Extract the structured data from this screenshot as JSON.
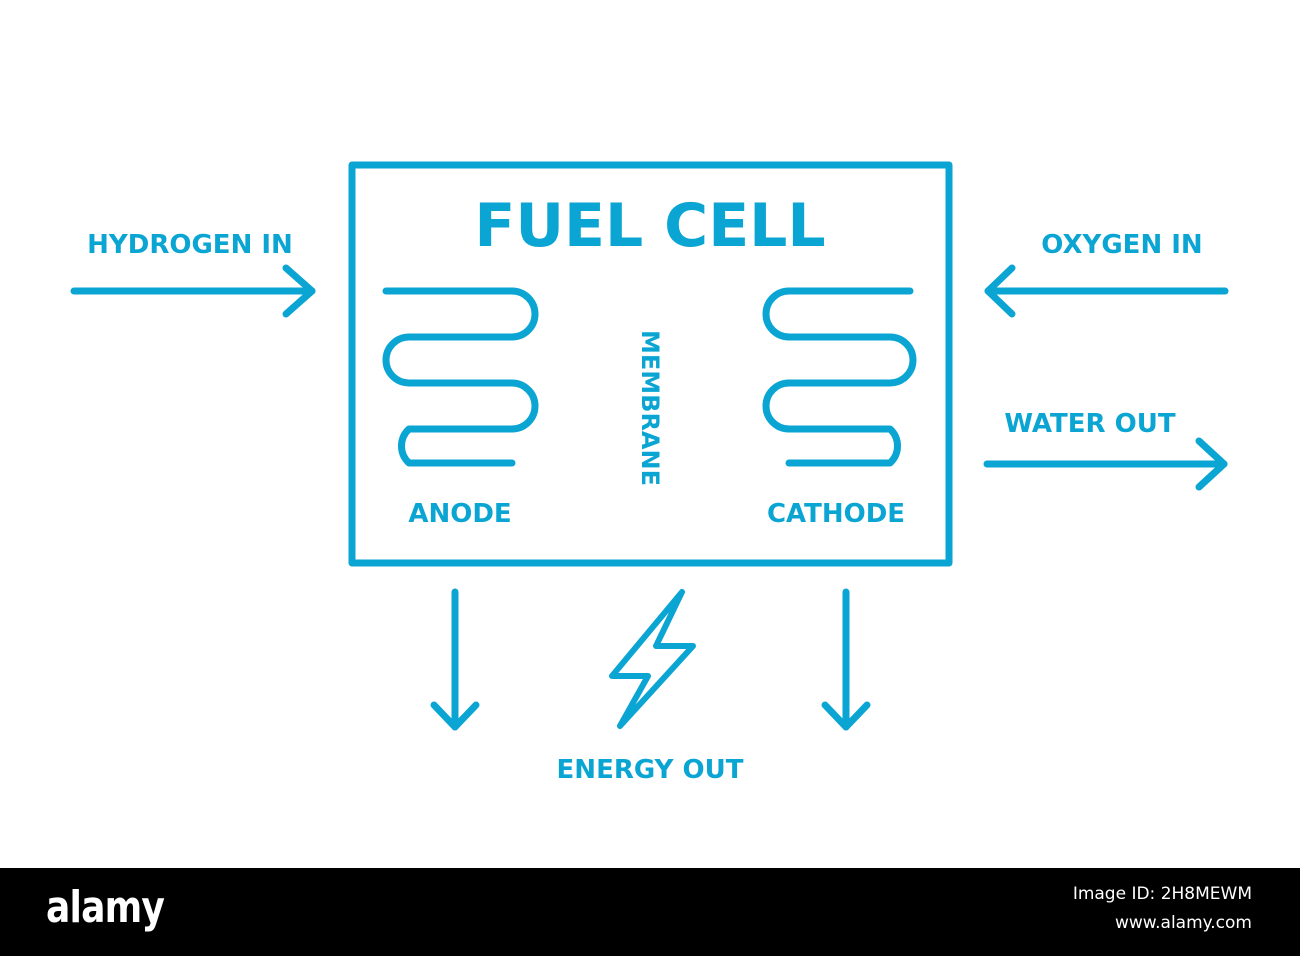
{
  "diagram": {
    "title": "FUEL CELL",
    "hydrogen_in": "HYDROGEN IN",
    "oxygen_in": "OXYGEN IN",
    "water_out": "WATER OUT",
    "anode": "ANODE",
    "cathode": "CATHODE",
    "membrane": "MEMBRANE",
    "energy_out": "ENERGY OUT",
    "color": "#0aa5d3"
  },
  "footer": {
    "logo": "alamy",
    "image_id": "Image ID: 2H8MEWM",
    "site": "www.alamy.com"
  }
}
